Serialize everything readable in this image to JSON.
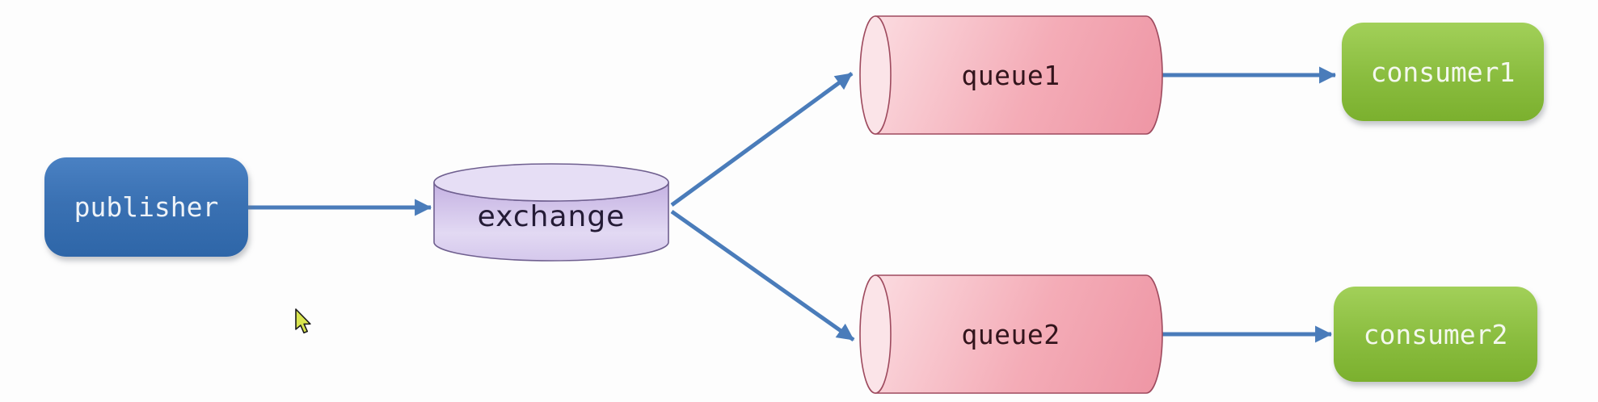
{
  "diagram": {
    "background_color": "#fdfdfd",
    "arrow_color": "#4a7cba",
    "nodes": {
      "publisher": {
        "label": "publisher",
        "shape": "rounded-rectangle",
        "fill": "#3a71b3",
        "text_color": "#eef3f8"
      },
      "exchange": {
        "label": "exchange",
        "shape": "cylinder-vertical",
        "fill": "#d6c8ee",
        "border_color": "#6f5f8f",
        "text_color": "#241b36"
      },
      "queue1": {
        "label": "queue1",
        "shape": "cylinder-horizontal",
        "fill": "#f4acb7",
        "border_color": "#9e4a5e",
        "text_color": "#33141c"
      },
      "queue2": {
        "label": "queue2",
        "shape": "cylinder-horizontal",
        "fill": "#f4acb7",
        "border_color": "#9e4a5e",
        "text_color": "#33141c"
      },
      "consumer1": {
        "label": "consumer1",
        "shape": "rounded-rectangle",
        "fill": "#8abd3f",
        "text_color": "#f4f8ee"
      },
      "consumer2": {
        "label": "consumer2",
        "shape": "rounded-rectangle",
        "fill": "#8abd3f",
        "text_color": "#f4f8ee"
      }
    },
    "edges": [
      {
        "from": "publisher",
        "to": "exchange"
      },
      {
        "from": "exchange",
        "to": "queue1"
      },
      {
        "from": "exchange",
        "to": "queue2"
      },
      {
        "from": "queue1",
        "to": "consumer1"
      },
      {
        "from": "queue2",
        "to": "consumer2"
      }
    ],
    "cursor": {
      "shape": "arrow-pointer",
      "color": "#d9e54f"
    }
  }
}
